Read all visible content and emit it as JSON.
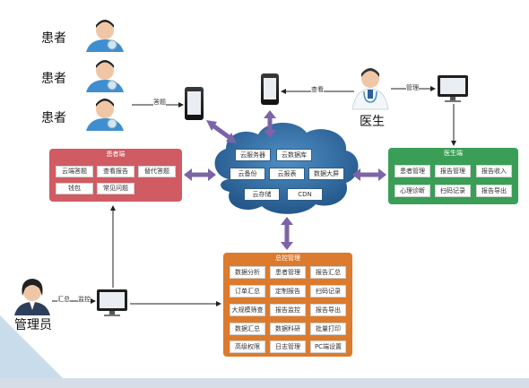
{
  "patients": [
    "患者",
    "患者",
    "患者"
  ],
  "doctor_label": "医生",
  "admin_label": "管理员",
  "edges": {
    "answer": "答题",
    "view": "查看",
    "manage": "管理",
    "summary": "汇总",
    "monitor": "监控"
  },
  "patient_panel": {
    "title": "患者端",
    "row1": [
      "云端答题",
      "查看报告",
      "替代答题"
    ],
    "row2": [
      "钱包",
      "常见问题"
    ]
  },
  "cloud": {
    "row1": [
      "云服务器",
      "云数据库"
    ],
    "row2": [
      "云备份",
      "云报表",
      "数据大屏"
    ],
    "row3": [
      "云存储",
      "CDN"
    ]
  },
  "doctor_panel": {
    "title": "医生端",
    "row1": [
      "患者管理",
      "报告管理",
      "报告收入"
    ],
    "row2": [
      "心理诊断",
      "扫码记录",
      "报告导出"
    ]
  },
  "control_panel": {
    "title": "总控管理",
    "rows": [
      [
        "数据分析",
        "患者管理",
        "报告汇总"
      ],
      [
        "订单汇总",
        "定制报告",
        "扫码记录"
      ],
      [
        "大规模筛查",
        "报告监控",
        "报告导出"
      ],
      [
        "数据汇总",
        "数据科研",
        "批量打印"
      ],
      [
        "高级权限",
        "日志管理",
        "PC端设置"
      ]
    ]
  },
  "colors": {
    "patient": "#d05b63",
    "doctor": "#3a9e56",
    "control": "#dc7b2d",
    "cloud": "#2e6da4",
    "arrow": "#7c64a8"
  }
}
